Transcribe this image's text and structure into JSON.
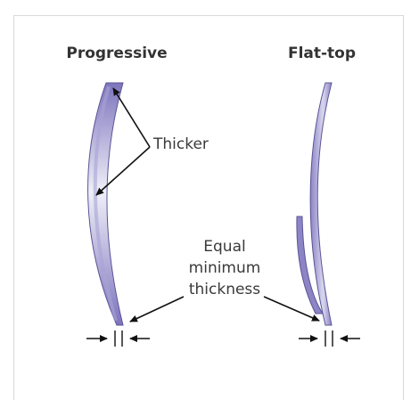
{
  "diagram": {
    "left_heading": "Progressive",
    "right_heading": "Flat-top",
    "callout_thicker": "Thicker",
    "callout_equal_line1": "Equal",
    "callout_equal_line2": "minimum",
    "callout_equal_line3": "thickness",
    "colors": {
      "lens_fill_light": "#efeff8",
      "lens_fill_dark": "#7d74bd",
      "lens_stroke": "#5c5496",
      "text": "#333333"
    }
  }
}
